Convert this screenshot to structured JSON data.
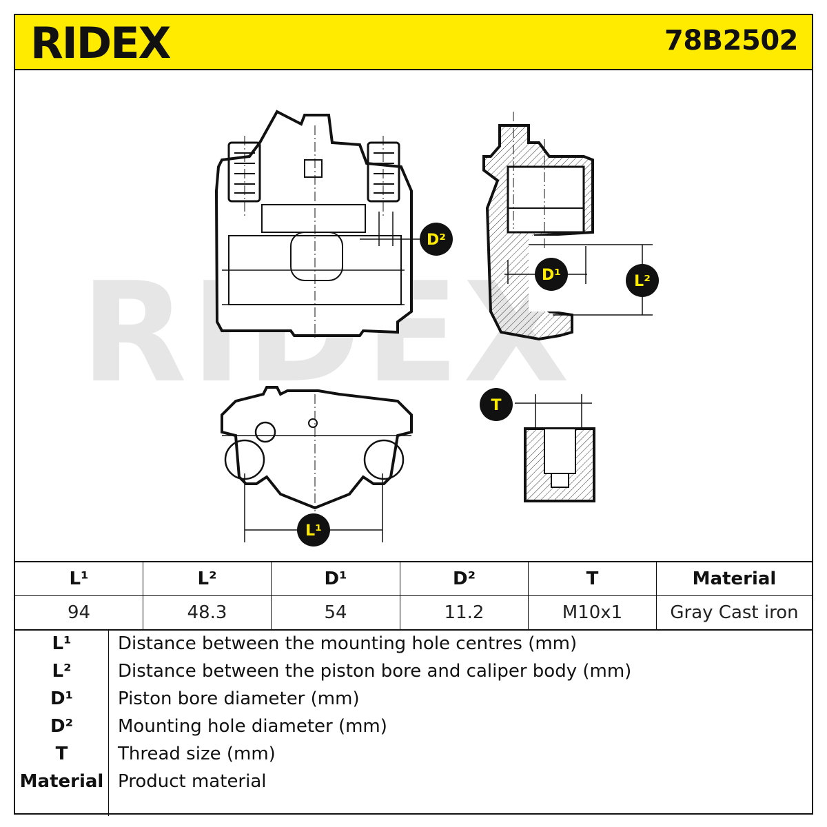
{
  "header": {
    "brand": "RIDEX",
    "part_number": "78B2502"
  },
  "colors": {
    "accent_yellow": "#ffeb00",
    "ink": "#111111",
    "watermark": "#e6e6e6"
  },
  "drawing": {
    "watermark": "RIDEX",
    "callouts": {
      "d2": "D²",
      "d1": "D¹",
      "l2": "L²",
      "l1": "L¹",
      "t": "T"
    }
  },
  "spec_table": {
    "headers": [
      "L¹",
      "L²",
      "D¹",
      "D²",
      "T",
      "Material"
    ],
    "values": [
      "94",
      "48.3",
      "54",
      "11.2",
      "M10x1",
      "Gray Cast iron"
    ]
  },
  "legend": [
    {
      "key": "L¹",
      "text": "Distance between the mounting hole centres (mm)"
    },
    {
      "key": "L²",
      "text": "Distance between the piston bore and caliper body (mm)"
    },
    {
      "key": "D¹",
      "text": "Piston bore diameter (mm)"
    },
    {
      "key": "D²",
      "text": "Mounting hole diameter (mm)"
    },
    {
      "key": "T",
      "text": "Thread size (mm)"
    },
    {
      "key": "Material",
      "text": "Product material"
    }
  ]
}
